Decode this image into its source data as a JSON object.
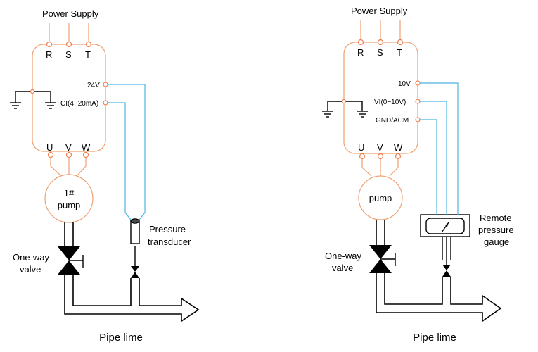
{
  "left": {
    "power_supply": "Power Supply",
    "terminals_top": [
      "R",
      "S",
      "T"
    ],
    "terminals_bottom": [
      "U",
      "V",
      "W"
    ],
    "signal_24v": "24V",
    "signal_ci": "CI(4~20mA)",
    "pump_line1": "1#",
    "pump_line2": "pump",
    "valve_line1": "One-way",
    "valve_line2": "valve",
    "sensor_line1": "Pressure",
    "sensor_line2": "transducer",
    "pipe_label": "Pipe lime"
  },
  "right": {
    "power_supply": "Power Supply",
    "terminals_top": [
      "R",
      "S",
      "T"
    ],
    "terminals_bottom": [
      "U",
      "V",
      "W"
    ],
    "signal_10v": "10V",
    "signal_vi": "VI(0~10V)",
    "signal_gnd": "GND/ACM",
    "pump_label": "pump",
    "valve_line1": "One-way",
    "valve_line2": "valve",
    "gauge_line1": "Remote",
    "gauge_line2": "pressure",
    "gauge_line3": "gauge",
    "pipe_label": "Pipe lime"
  },
  "colors": {
    "power_wire": "#f0a070",
    "signal_wire": "#4fb3e0",
    "pipe": "#000000"
  }
}
